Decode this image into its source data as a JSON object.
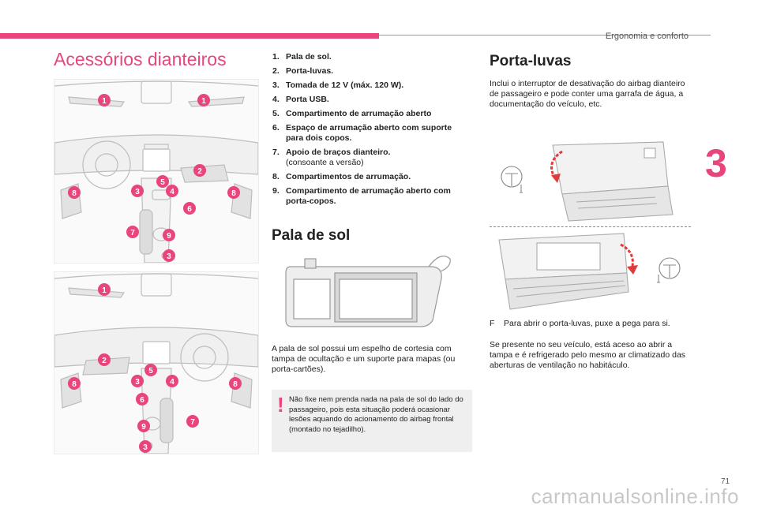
{
  "header": {
    "section": "Ergonomia e conforto"
  },
  "chapter_number": "3",
  "page_number": "71",
  "watermark": "carmanualsonline.info",
  "title": "Acessórios dianteiros",
  "callouts_top": [
    "1",
    "1",
    "2",
    "5",
    "3",
    "4",
    "8",
    "8",
    "6",
    "7",
    "9",
    "3"
  ],
  "callouts_bottom": [
    "1",
    "2",
    "5",
    "3",
    "4",
    "8",
    "8",
    "6",
    "7",
    "9",
    "3"
  ],
  "items": [
    {
      "num": "1.",
      "text": "Pala de sol."
    },
    {
      "num": "2.",
      "text": "Porta-luvas."
    },
    {
      "num": "3.",
      "text": "Tomada de 12 V (máx. 120 W)."
    },
    {
      "num": "4.",
      "text": "Porta USB."
    },
    {
      "num": "5.",
      "text": "Compartimento de arrumação aberto"
    },
    {
      "num": "6.",
      "text": "Espaço de arrumação aberto com suporte para dois copos."
    },
    {
      "num": "7.",
      "text": "Apoio de braços dianteiro.",
      "sub": "(consoante a versão)"
    },
    {
      "num": "8.",
      "text": "Compartimentos de arrumação."
    },
    {
      "num": "9.",
      "text": "Compartimento de arrumação aberto com porta-copos."
    }
  ],
  "sun_visor": {
    "heading": "Pala de sol",
    "text": "A pala de sol possui um espelho de cortesia com tampa de ocultação e um suporte para mapas (ou porta-cartões)."
  },
  "warning": {
    "symbol": "!",
    "text": "Não fixe nem prenda nada na pala de sol do lado do passageiro, pois esta situação poderá ocasionar lesões aquando do acionamento do airbag frontal (montado no tejadilho)."
  },
  "glovebox": {
    "heading": "Porta-luvas",
    "intro": "Inclui o interruptor de desativação do airbag dianteiro de passageiro e pode conter uma garrafa de água, a documentação do veículo, etc.",
    "bullet_icon": "F",
    "bullet": "Para abrir o porta-luvas, puxe a pega para si.",
    "text2": "Se presente no seu veículo, está aceso ao abrir a tampa e é refrigerado pelo mesmo ar climatizado das aberturas de ventilação no habitáculo."
  },
  "colors": {
    "accent": "#e8457c",
    "warning_bg": "#efefef",
    "arrow": "#e03a3a"
  }
}
